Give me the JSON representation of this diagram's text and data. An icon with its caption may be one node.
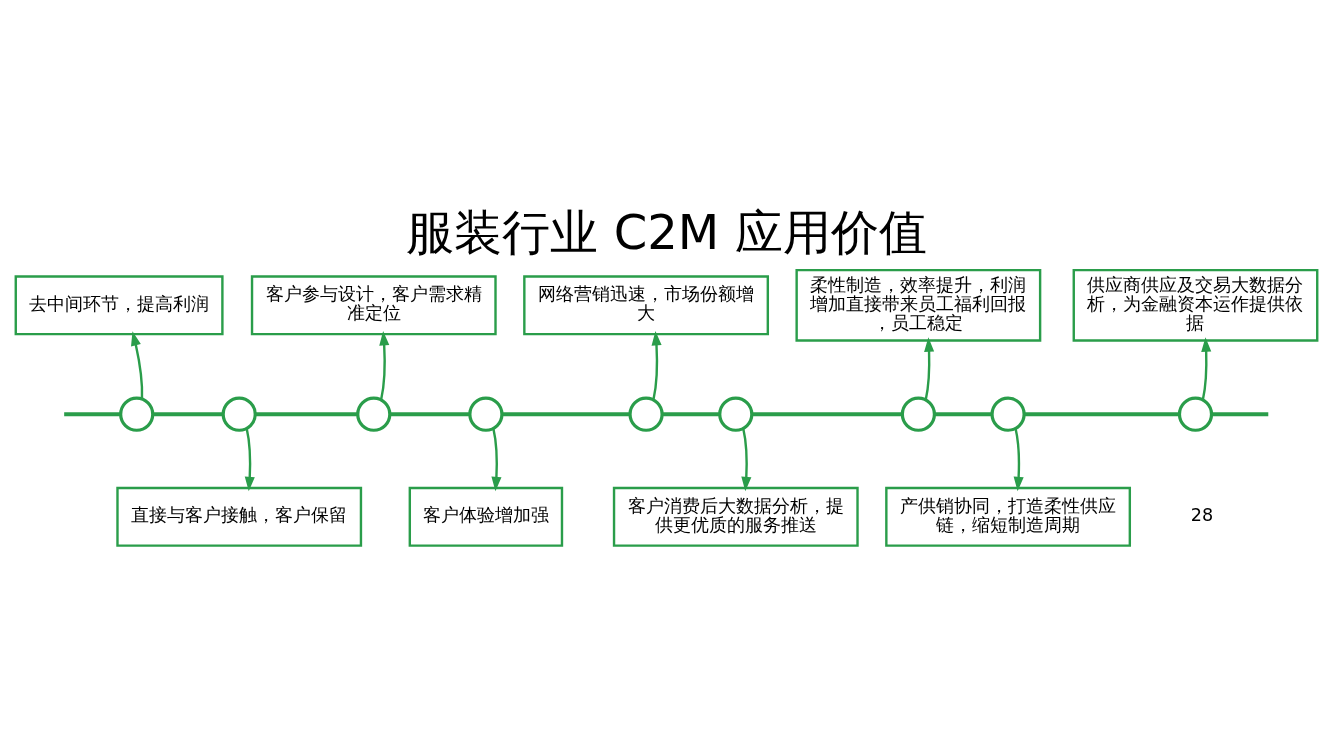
{
  "diagram": {
    "title": "服装行业 C2M 应用价值",
    "nodes": [
      {
        "text": [],
        "shape": "circle"
      },
      {
        "text": [],
        "shape": "circle"
      },
      {
        "text": [],
        "shape": "circle"
      },
      {
        "text": [],
        "shape": "circle"
      },
      {
        "text": [],
        "shape": "circle"
      },
      {
        "text": [],
        "shape": "circle"
      },
      {
        "text": [],
        "shape": "circle"
      },
      {
        "text": [],
        "shape": "circle"
      },
      {
        "text": [],
        "shape": "circle"
      },
      {
        "text": [
          "去中间环节，提高利润"
        ]
      },
      {
        "text": [
          "直接与客户接触，客户保留"
        ]
      },
      {
        "text": [
          "客户参与设计，客户需求精准定位"
        ]
      },
      {
        "text": [
          "客户体验增加强"
        ]
      },
      {
        "text": [
          "网络营销迅速，市场份额增大"
        ]
      },
      {
        "text": [
          "客户消费后大数据分析，提供更优质的服务推送"
        ]
      },
      {
        "text": [
          "柔性制造，效率提升，利润增加直接带来员工福利回报，员工稳定"
        ]
      },
      {
        "text": [
          "产供销协同，打造柔性供应链，缩短制造周期"
        ]
      },
      {
        "text": [
          "供应商供应及交易大数据分析，为金融资本运作提供依据"
        ]
      }
    ],
    "edges": [
      {
        "from": null,
        "to": 0,
        "arrow": "none"
      },
      {
        "from": 0,
        "to": 1,
        "arrow": "none"
      },
      {
        "from": 1,
        "to": 2,
        "arrow": "none"
      },
      {
        "from": 2,
        "to": 3,
        "arrow": "none"
      },
      {
        "from": 3,
        "to": 4,
        "arrow": "none"
      },
      {
        "from": 4,
        "to": 5,
        "arrow": "none"
      },
      {
        "from": 5,
        "to": 6,
        "arrow": "none"
      },
      {
        "from": 6,
        "to": 7,
        "arrow": "none"
      },
      {
        "from": 7,
        "to": 8,
        "arrow": "none"
      },
      {
        "from": 8,
        "to": null,
        "arrow": "none"
      },
      {
        "from": 0,
        "to": 9,
        "arrow": "to"
      },
      {
        "from": 1,
        "to": 10,
        "arrow": "to"
      },
      {
        "from": 2,
        "to": 11,
        "arrow": "to"
      },
      {
        "from": 3,
        "to": 12,
        "arrow": "to"
      },
      {
        "from": 4,
        "to": 13,
        "arrow": "to"
      },
      {
        "from": 5,
        "to": 14,
        "arrow": "to"
      },
      {
        "from": 6,
        "to": 15,
        "arrow": "to"
      },
      {
        "from": 7,
        "to": 16,
        "arrow": "to"
      },
      {
        "from": 8,
        "to": 17,
        "arrow": "to"
      }
    ],
    "labels": [
      "28"
    ]
  }
}
